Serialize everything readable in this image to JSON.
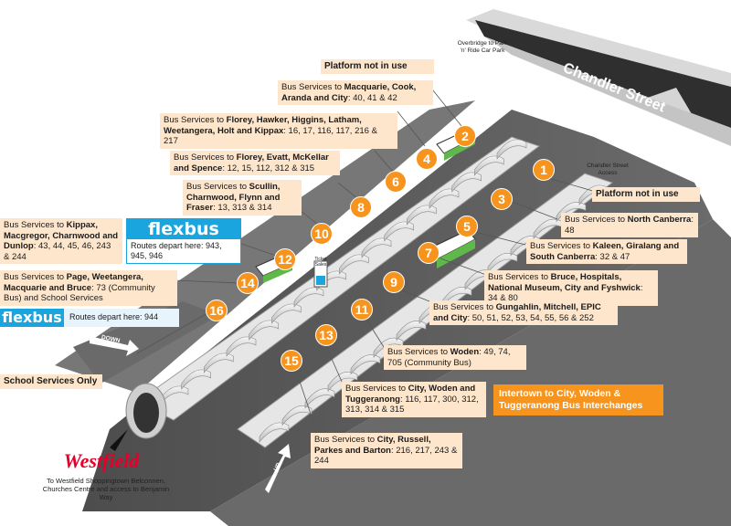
{
  "street": {
    "name": "Chandler Street"
  },
  "access_notes": {
    "overbridge": "Overbridge to Park 'n' Ride Car Park",
    "chandler_access": "Chandler Street Access",
    "ticket_sales": "Ticket Sales",
    "down": "DOWN",
    "up": "UP"
  },
  "platforms": [
    "1",
    "2",
    "3",
    "4",
    "5",
    "6",
    "7",
    "8",
    "9",
    "10",
    "11",
    "12",
    "13",
    "14",
    "15",
    "16"
  ],
  "labels": {
    "p2": {
      "text": "Platform not in use"
    },
    "p1": {
      "text": "Platform not in use"
    },
    "p4": {
      "prefix": "Bus Services to ",
      "bold": "Macquarie, Cook, Aranda and City",
      "suffix": ": 40, 41 & 42"
    },
    "p6": {
      "prefix": "Bus Services to ",
      "bold": "Florey, Hawker, Higgins, Latham, Weetangera, Holt and Kippax",
      "suffix": ": 16, 17, 116, 117, 216 & 217"
    },
    "p8": {
      "prefix": "Bus Services to ",
      "bold": "Florey, Evatt, McKellar and Spence",
      "suffix": ": 12, 15, 112, 312 & 315"
    },
    "p10": {
      "prefix": "Bus Services to ",
      "bold": "Scullin, Charnwood, Flynn and Fraser",
      "suffix": ": 13, 313 & 314"
    },
    "p12": {
      "prefix": "Bus Services to ",
      "bold": "Kippax, Macgregor, Charnwood and Dunlop",
      "suffix": ": 43, 44, 45, 46, 243 & 244"
    },
    "p14": {
      "prefix": "Bus Services to ",
      "bold": "Page, Weetangera, Macquarie and Bruce",
      "suffix": ": 73 (Community Bus) and School Services"
    },
    "p16": {
      "text": "School Services Only"
    },
    "p3": {
      "prefix": "Bus Services to ",
      "bold": "North Canberra",
      "suffix": ": 48"
    },
    "p5": {
      "prefix": "Bus Services to ",
      "bold": "Kaleen, Giralang and South Canberra",
      "suffix": ": 32 & 47"
    },
    "p7": {
      "prefix": "Bus Services to ",
      "bold": "Bruce, Hospitals, National Museum, City and Fyshwick",
      "suffix": ": 34 & 80"
    },
    "p9": {
      "prefix": "Bus Services to ",
      "bold": "Gungahlin, Mitchell, EPIC and City",
      "suffix": ": 50, 51, 52, 53, 54, 55, 56 & 252"
    },
    "p11": {
      "prefix": "Bus Services to ",
      "bold": "Woden",
      "suffix": ": 49, 74, 705 (Community Bus)"
    },
    "p13": {
      "prefix": "Bus Services to ",
      "bold": "City, Woden and Tuggeranong",
      "suffix": ": 116, 117, 300, 312, 313, 314 & 315"
    },
    "p15": {
      "prefix": "Bus Services to ",
      "bold": "City, Russell, Parkes and Barton",
      "suffix": ": 216, 217, 243 & 244"
    }
  },
  "flexbus": {
    "logo": "flexbus",
    "upper_routes": "Routes depart here: 943, 945, 946",
    "lower_routes": "Routes depart here: 944"
  },
  "intertown": {
    "text": "Intertown to City, Woden & Tuggeranong Bus Interchanges"
  },
  "westfield": {
    "logo": "Westfield",
    "caption": "To Westfield Shoppingtown Belconnen, Churches Centre and access to Benjamin Way"
  },
  "colors": {
    "orange": "#f7941d",
    "label_bg": "#fde6cc",
    "flexbus_blue": "#1aa5de",
    "road": "#5a5a5a",
    "westfield_red": "#e4002b"
  }
}
